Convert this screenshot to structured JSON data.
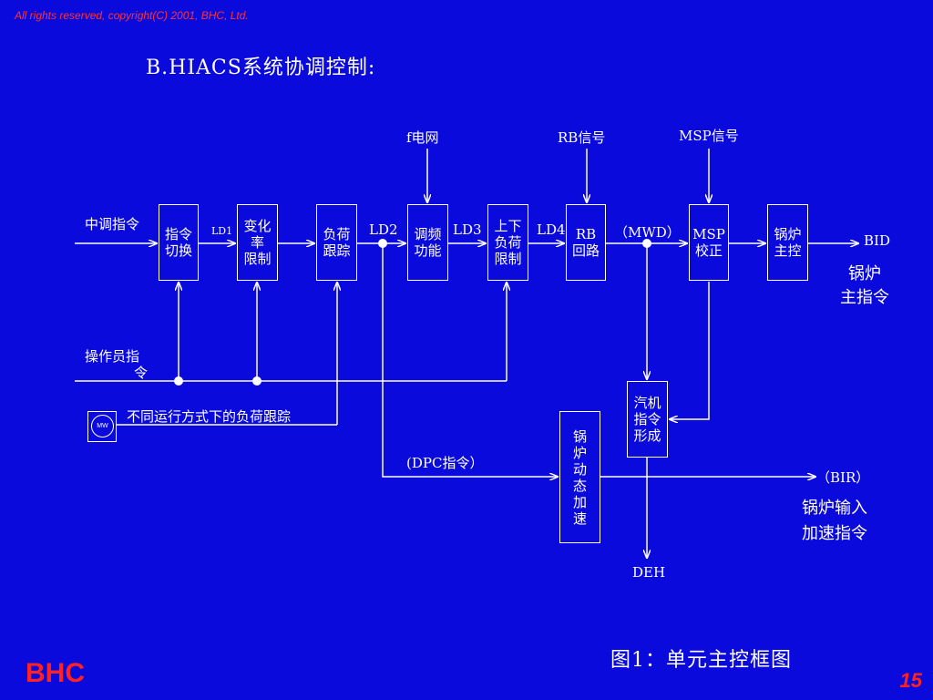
{
  "header": {
    "copyright": "All rights reserved, copyright(C) 2001, BHC, Ltd.",
    "title": "B.HIACS系统协调控制:"
  },
  "footer": {
    "caption": "图1：单元主控框图",
    "logo": "BHC",
    "page_number": "15"
  },
  "colors": {
    "background": "#0a0adc",
    "lines": "#ffffff",
    "brand": "#ff2222"
  },
  "inputs": {
    "f_grid": "f电网",
    "rb_signal": "RB信号",
    "msp_signal": "MSP信号",
    "dispatch_command": "中调指令",
    "operator_command_line1": "操作员指",
    "operator_command_line2": "令",
    "load_tracking_modes": "不同运行方式下的负荷跟踪",
    "mw_icon": "MW"
  },
  "blocks": {
    "command_switch": "指令\n切换",
    "rate_limit": "变化\n率\n限制",
    "load_tracking": "负荷\n跟踪",
    "freq_regulation": "调频\n功能",
    "load_limits": "上下\n负荷\n限制",
    "rb_loop": "RB\n回路",
    "msp_correction": "MSP\n校正",
    "boiler_master": "锅炉\n主控",
    "turbine_command": "汽机\n指令\n形成",
    "boiler_dynamic": "锅\n炉\n动\n态\n加\n速"
  },
  "signals": {
    "ld1": "LD1",
    "ld2": "LD2",
    "ld3": "LD3",
    "ld4": "LD4",
    "mwd": "（MWD）",
    "dpc": "(DPC指令）",
    "bid": "BID",
    "bid_desc_line1": "锅炉",
    "bid_desc_line2": "主指令",
    "bir": "（BIR）",
    "bir_desc_line1": "锅炉输入",
    "bir_desc_line2": "加速指令",
    "deh": "DEH"
  }
}
